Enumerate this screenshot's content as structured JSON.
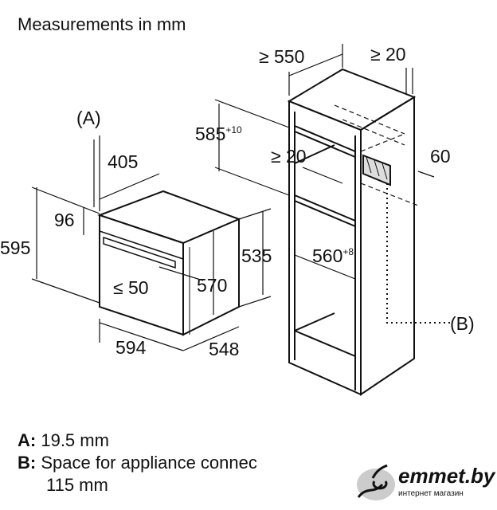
{
  "title": "Measurements in mm",
  "labels": {
    "a_marker": "(A)",
    "b_marker": "(B)",
    "d405": "405",
    "d96": "96",
    "d595": "595",
    "d50": "≤ 50",
    "d570": "570",
    "d535": "535",
    "d594": "594",
    "d548": "548",
    "d550": "≥ 550",
    "d20_top": "≥ 20",
    "d585": "585",
    "d585_tol": "+10",
    "d20_mid": "≥ 20",
    "d60": "60",
    "d560": "560",
    "d560_tol": "+8"
  },
  "legend": [
    {
      "key": "A:",
      "text": "19.5 mm"
    },
    {
      "key": "B:",
      "text": "Space for appliance connec"
    },
    {
      "key": "",
      "text": "115 mm"
    }
  ],
  "watermark": {
    "name": "emmet.by",
    "subtitle": "интернет магазин"
  }
}
